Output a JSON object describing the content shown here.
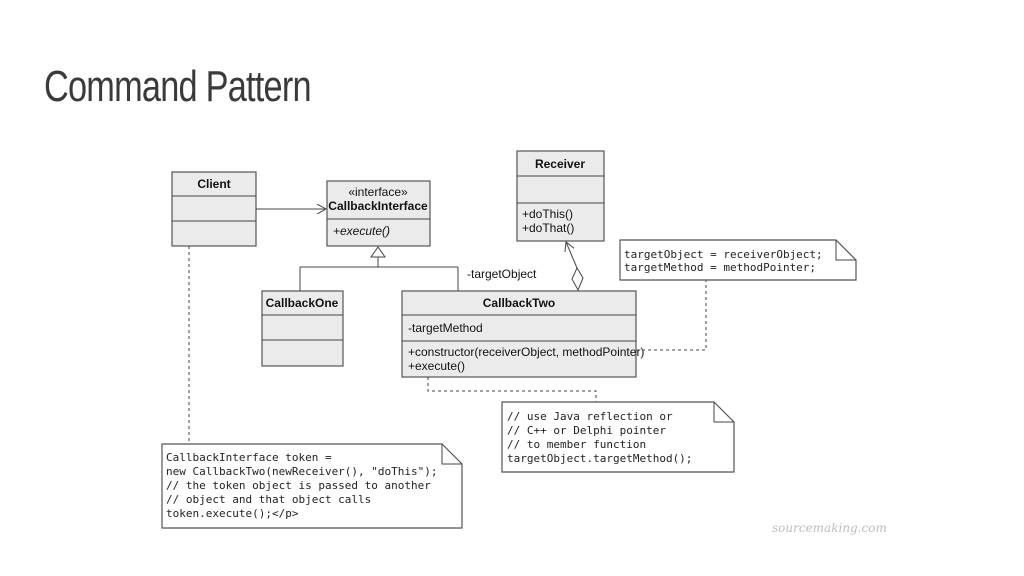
{
  "title": "Command Pattern",
  "classes": {
    "client": {
      "name": "Client"
    },
    "callback_interface": {
      "stereotype": "«interface»",
      "name": "CallbackInterface",
      "ops": [
        "+execute()"
      ]
    },
    "receiver": {
      "name": "Receiver",
      "ops": [
        "+doThis()",
        "+doThat()"
      ]
    },
    "callback_one": {
      "name": "CallbackOne"
    },
    "callback_two": {
      "name": "CallbackTwo",
      "attrs": [
        "-targetMethod"
      ],
      "ops": [
        "+constructor(receiverObject, methodPointer)",
        "+execute()"
      ]
    }
  },
  "association_label": "-targetObject",
  "notes": {
    "target": [
      "targetObject = receiverObject;",
      "targetMethod = methodPointer;"
    ],
    "reflection": [
      "// use Java reflection or",
      "// C++ or Delphi pointer",
      "// to member function",
      "targetObject.targetMethod();"
    ],
    "client_code": [
      "CallbackInterface token =",
      "new CallbackTwo(newReceiver(), \"doThis\");",
      "// the token object is passed to another",
      "// object and that object calls",
      "token.execute();</p>"
    ]
  },
  "watermark": "sourcemaking.com"
}
